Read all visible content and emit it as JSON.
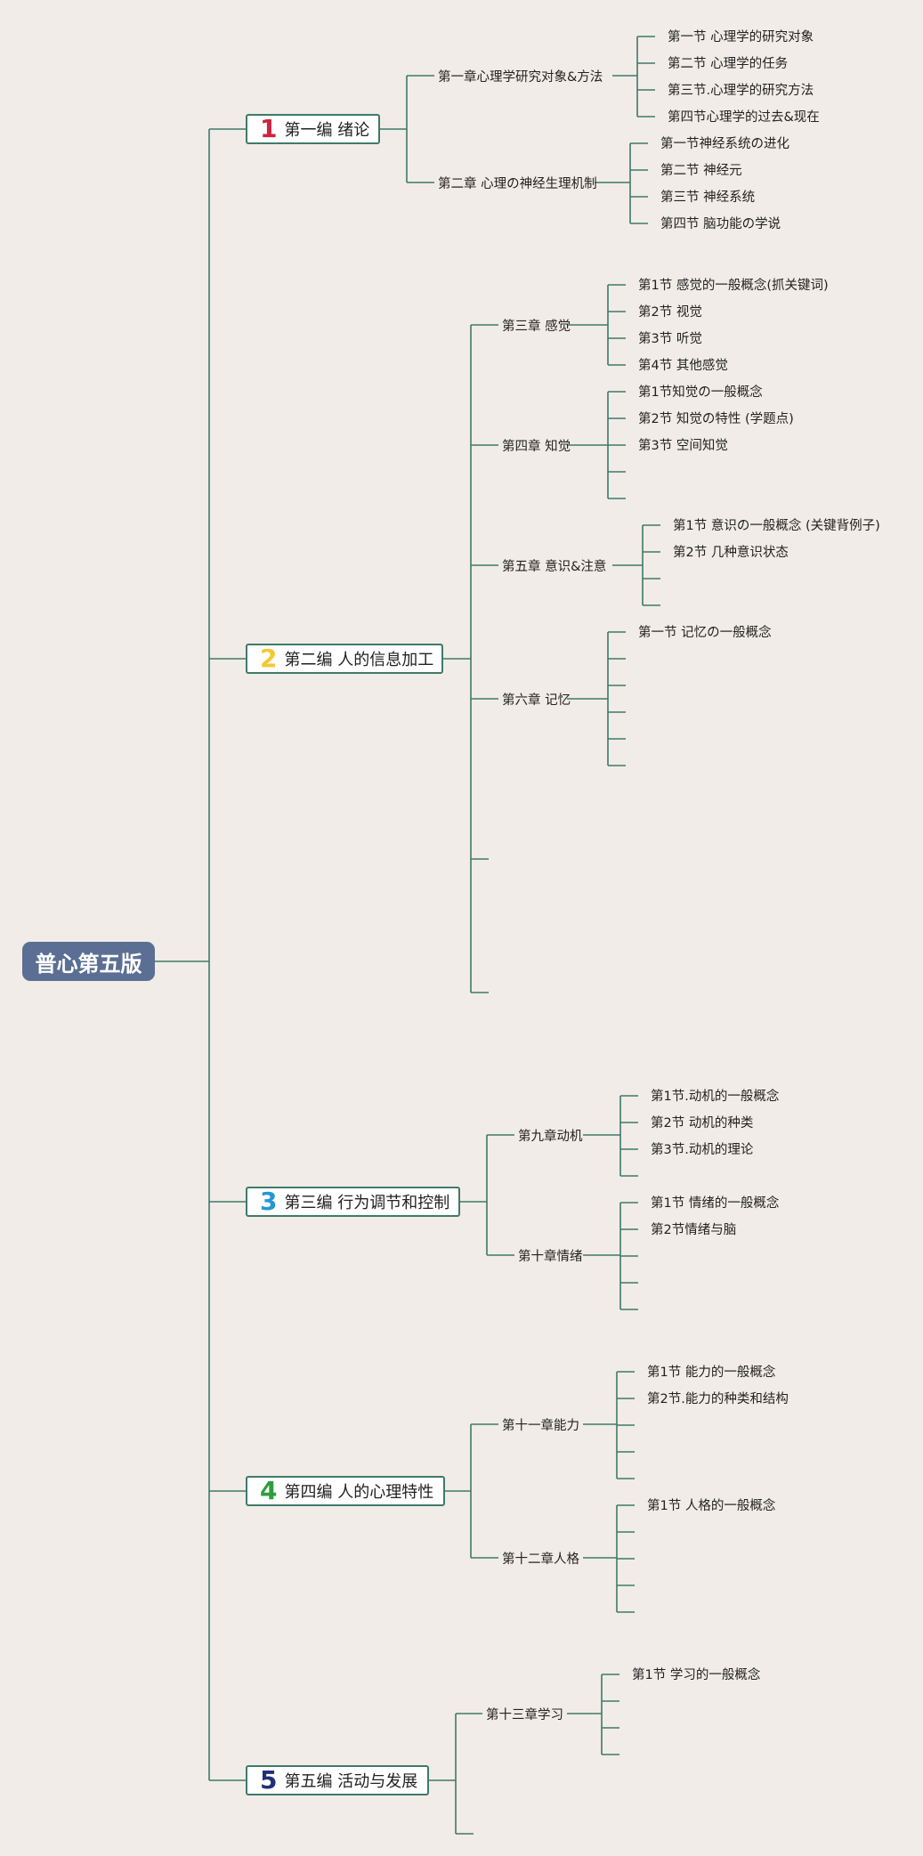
{
  "root": {
    "label": "普心第五版"
  },
  "colors": {
    "line": "#3f7a6a",
    "root_bg": "#5b6f94",
    "background": "#f1ece7"
  },
  "parts": [
    {
      "num": "1",
      "num_color": "#d0213f",
      "label": "第一编 绪论",
      "chapters": [
        {
          "label": "第一章心理学研究对象&方法",
          "sections": [
            "第一节 心理学的研究对象",
            "第二节 心理学的任务",
            "第三节.心理学的研究方法",
            "第四节心理学的过去&现在"
          ]
        },
        {
          "label": "第二章 心理の神经生理机制",
          "sections": [
            "第一节神经系统の进化",
            "第二节 神经元",
            "第三节 神经系统",
            "第四节 脑功能の学说"
          ]
        }
      ]
    },
    {
      "num": "2",
      "num_color": "#f2c935",
      "label": "第二编 人的信息加工",
      "chapters": [
        {
          "label": "第三章 感觉",
          "sections": [
            "第1节 感觉的一般概念(抓关键词)",
            "第2节 视觉",
            "第3节 听觉",
            "第4节 其他感觉"
          ]
        },
        {
          "label": "第四章 知觉",
          "sections": [
            "第1节知觉の一般概念",
            "第2节 知觉の特性 (学题点)",
            "第3节 空间知觉",
            "",
            ""
          ]
        },
        {
          "label": "第五章 意识&注意",
          "sections": [
            "第1节 意识の一般概念 (关键背例子)",
            "第2节 几种意识状态",
            "",
            ""
          ]
        },
        {
          "label": "第六章 记忆",
          "sections": [
            "第一节 记忆の一般概念",
            "",
            "",
            "",
            "",
            ""
          ]
        },
        {
          "label": "",
          "sections": []
        },
        {
          "label": "",
          "sections": []
        }
      ]
    },
    {
      "num": "3",
      "num_color": "#2596d4",
      "label": "第三编 行为调节和控制",
      "chapters": [
        {
          "label": "第九章动机",
          "sections": [
            "第1节.动机的一般概念",
            "第2节 动机的种类",
            "第3节.动机的理论",
            ""
          ]
        },
        {
          "label": "第十章情绪",
          "sections": [
            "第1节 情绪的一般概念",
            "第2节情绪与脑",
            "",
            "",
            ""
          ]
        }
      ]
    },
    {
      "num": "4",
      "num_color": "#2e9e3c",
      "label": "第四编 人的心理特性",
      "chapters": [
        {
          "label": "第十一章能力",
          "sections": [
            "第1节 能力的一般概念",
            "第2节.能力的种类和结构",
            "",
            "",
            ""
          ]
        },
        {
          "label": "第十二章人格",
          "sections": [
            "第1节 人格的一般概念",
            "",
            "",
            "",
            ""
          ]
        }
      ]
    },
    {
      "num": "5",
      "num_color": "#1f2f78",
      "label": "第五编 活动与发展",
      "chapters": [
        {
          "label": "第十三章学习",
          "sections": [
            "第1节 学习的一般概念",
            "",
            "",
            ""
          ]
        },
        {
          "label": "",
          "sections": []
        }
      ]
    }
  ]
}
